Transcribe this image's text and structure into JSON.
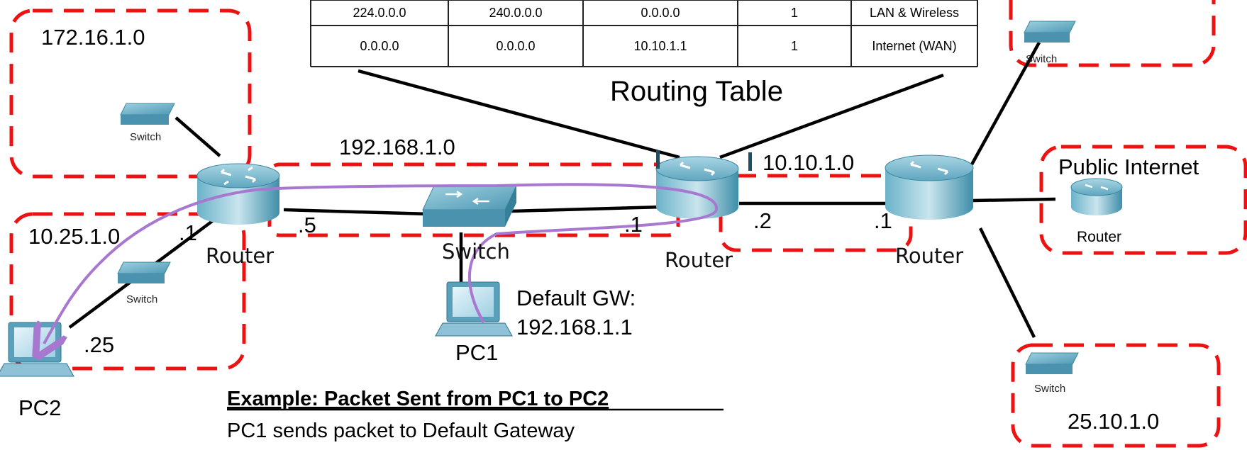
{
  "routing_table": {
    "caption": "Routing Table",
    "rows": [
      {
        "destination": "224.0.0.0",
        "netmask": "240.0.0.0",
        "gateway": "0.0.0.0",
        "metric": "1",
        "interface": "LAN & Wireless"
      },
      {
        "destination": "0.0.0.0",
        "netmask": "0.0.0.0",
        "gateway": "10.10.1.1",
        "metric": "1",
        "interface": "Internet (WAN)"
      }
    ]
  },
  "networks": {
    "net_172": "172.16.1.0",
    "net_10_25": "10.25.1.0",
    "net_192": "192.168.1.0",
    "net_10_10": "10.10.1.0",
    "net_public": "Public Internet",
    "net_25_10": "25.10.1.0"
  },
  "interfaces": {
    "r1_left": ".1",
    "r1_right": ".5",
    "r2_left": ".1",
    "r2_right": ".2",
    "r3_left": ".1",
    "pc2": ".25"
  },
  "devices": {
    "router_label": "Router",
    "switch_label": "Switch",
    "small_router_label": "Router",
    "pc1": "PC1",
    "pc2": "PC2"
  },
  "pc1_gateway": {
    "line1": "Default GW:",
    "line2": "192.168.1.1"
  },
  "example": {
    "title": "Example:  Packet Sent from PC1 to PC2",
    "text": "PC1 sends packet to Default Gateway"
  },
  "colors": {
    "boundary": "#ee1111",
    "packet_path": "#a878d0",
    "device": "#4a9bb8"
  }
}
